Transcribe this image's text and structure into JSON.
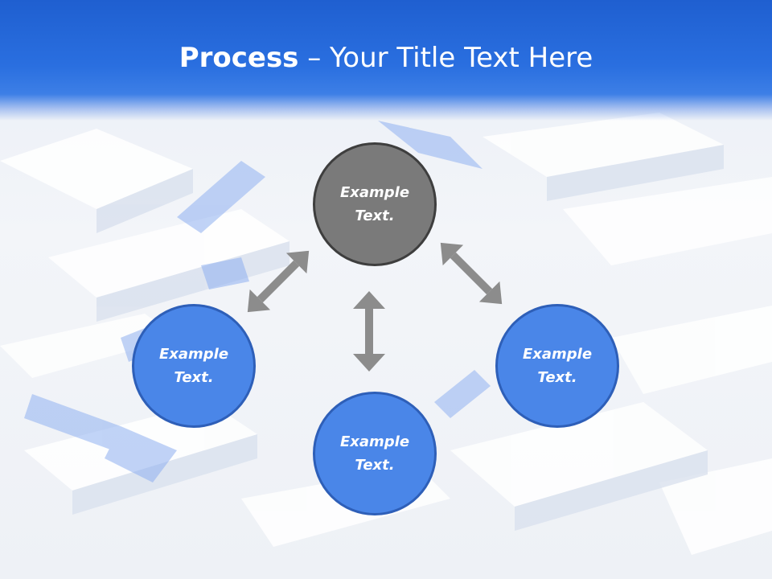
{
  "title": {
    "bold": "Process",
    "rest": " – Your Title Text Here"
  },
  "nodes": {
    "top": {
      "line1": "Example",
      "line2": "Text."
    },
    "left": {
      "line1": "Example",
      "line2": "Text."
    },
    "right": {
      "line1": "Example",
      "line2": "Text."
    },
    "bottom": {
      "line1": "Example",
      "line2": "Text."
    }
  },
  "colors": {
    "header": "#2a6fe0",
    "center_node": "#7a7a7a",
    "outer_node": "#4a86e8",
    "arrow": "#8c8c8c"
  }
}
